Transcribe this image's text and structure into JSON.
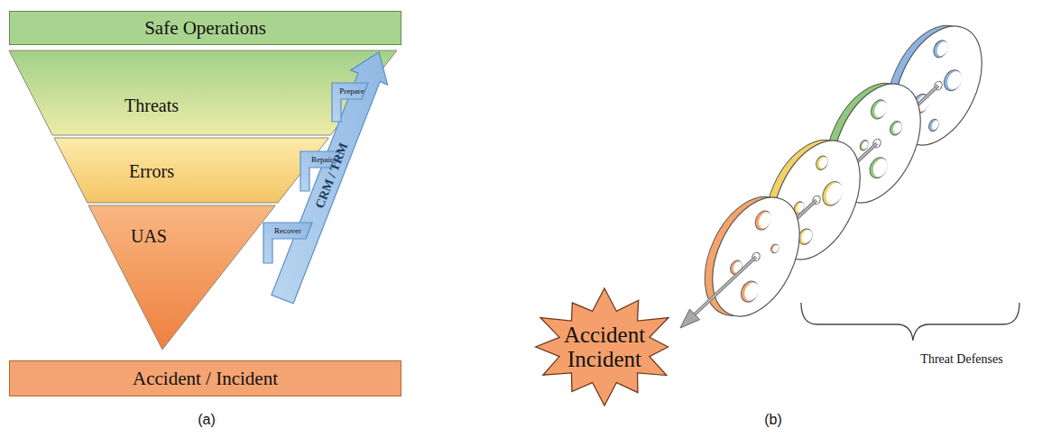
{
  "diagram": {
    "nodes": [
      {
        "text": [
          "Safe Operations"
        ]
      },
      {
        "text": [
          "Threats"
        ]
      },
      {
        "text": [
          "Errors"
        ]
      },
      {
        "text": [
          "UAS"
        ]
      },
      {
        "text": [
          "Accident / Incident"
        ]
      },
      {
        "text": [
          "Accident Incident"
        ]
      }
    ],
    "labels": [
      "Prepare",
      "Repair",
      "Recover",
      "CRM / TRM",
      "Threat Defenses",
      "(a)",
      "(b)"
    ]
  }
}
